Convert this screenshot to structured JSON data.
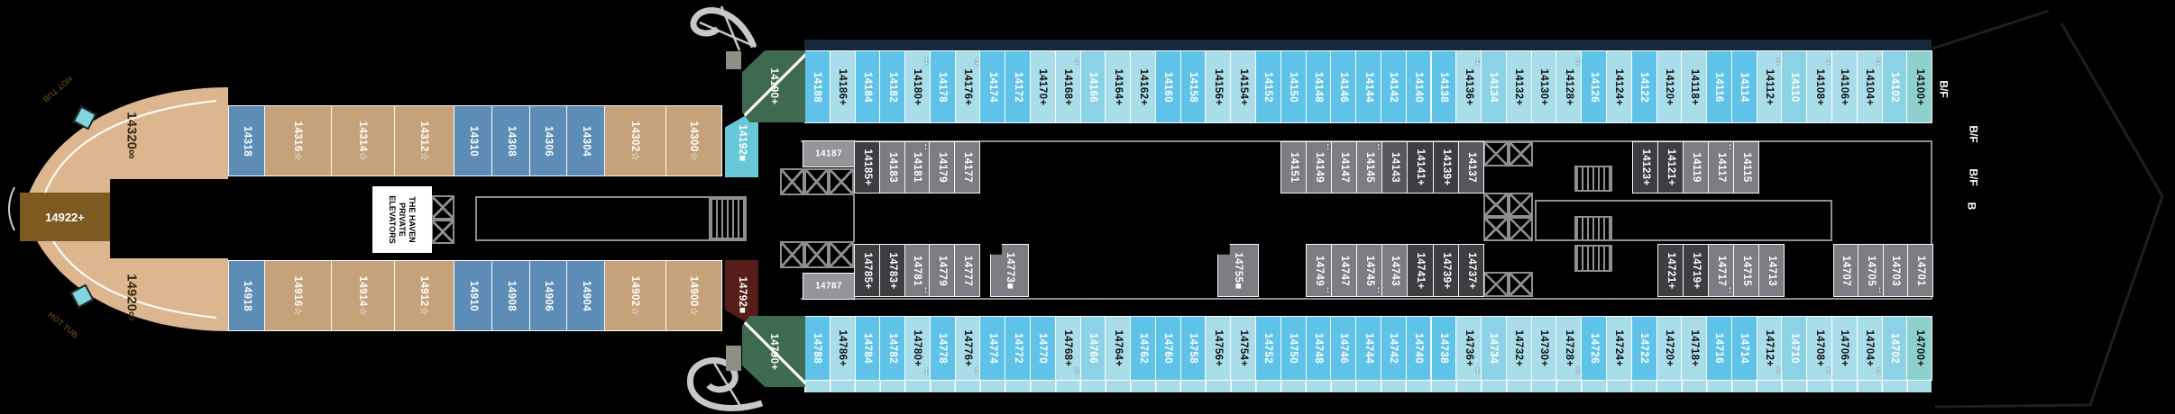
{
  "palette": {
    "background": "#000000",
    "haven_blue": "#5d8db6",
    "haven_tan": "#c6a27a",
    "bow_tan": "#dcb68e",
    "bow_brown": "#7d5a1f",
    "green_suite": "#3e6b50",
    "teal_suite": "#68c8d8",
    "maroon_suite": "#571d18",
    "sky_blue": "#5fc3e9",
    "pale_blue": "#a9dde9",
    "mid_blue": "#8bd2e6",
    "pale_teal": "#8ed0cb",
    "gray_light": "#94949a",
    "gray_mid": "#7c7c82",
    "gray_dark": "#3d3d42",
    "structure_line": "#8f8f8f",
    "navy_strip": "#16283a",
    "balcony_strip": "#a7dce9",
    "hot_tub": "#7fd6df",
    "slide": "#c8c8c8"
  },
  "icons": {
    "elevator": "x-crossed-box",
    "stairs": "hatched-steps",
    "hot_tub": "cyan-square",
    "waterslide": "gray-slide-curve",
    "connecting_door": "↕"
  },
  "labels": {
    "haven_elevators": "THE HAVEN\nPRIVATE\nELEVATORS",
    "hot_tub_top": "HOT TUB",
    "hot_tub_bottom": "HOT TUB"
  },
  "bow": {
    "suite_top": "14320∞",
    "suite_mid": "14922+",
    "suite_bottom": "14920∞"
  },
  "special": [
    {
      "label": "14192■",
      "c": "teal"
    },
    {
      "label": "14190+",
      "c": "green"
    },
    {
      "label": "14792■",
      "c": "maroon"
    },
    {
      "label": "14790+",
      "c": "green"
    }
  ],
  "haven_top": [
    {
      "label": "14318",
      "c": "hb"
    },
    {
      "label": "14316☆",
      "c": "ht"
    },
    {
      "label": "14314☆",
      "c": "ht"
    },
    {
      "label": "14312☆",
      "c": "ht"
    },
    {
      "label": "14310",
      "c": "hb"
    },
    {
      "label": "14308",
      "c": "hb"
    },
    {
      "label": "14306",
      "c": "hb"
    },
    {
      "label": "14304",
      "c": "hb"
    },
    {
      "label": "14302☆",
      "c": "ht"
    },
    {
      "label": "14300☆",
      "c": "ht"
    }
  ],
  "haven_bottom": [
    {
      "label": "14918",
      "c": "hb"
    },
    {
      "label": "14916☆",
      "c": "ht"
    },
    {
      "label": "14914☆",
      "c": "ht"
    },
    {
      "label": "14912☆",
      "c": "ht"
    },
    {
      "label": "14910",
      "c": "hb"
    },
    {
      "label": "14908",
      "c": "hb"
    },
    {
      "label": "14906",
      "c": "hb"
    },
    {
      "label": "14904",
      "c": "hb"
    },
    {
      "label": "14902☆",
      "c": "ht"
    },
    {
      "label": "14900☆",
      "c": "ht"
    }
  ],
  "outer_top": [
    {
      "label": "14188",
      "c": "b1"
    },
    {
      "label": "14186+",
      "c": "b2"
    },
    {
      "label": "14184",
      "c": "b1"
    },
    {
      "label": "14182",
      "c": "b1"
    },
    {
      "label": "14180+",
      "c": "b2"
    },
    {
      "label": "14178",
      "c": "b1"
    },
    {
      "label": "14176+",
      "c": "b2"
    },
    {
      "label": "14174",
      "c": "b1"
    },
    {
      "label": "14172",
      "c": "b1"
    },
    {
      "label": "14170+",
      "c": "b2"
    },
    {
      "label": "14168+",
      "c": "b2"
    },
    {
      "label": "14166",
      "c": "b3"
    },
    {
      "label": "14164+",
      "c": "b2"
    },
    {
      "label": "14162+",
      "c": "b2"
    },
    {
      "label": "14160",
      "c": "b1"
    },
    {
      "label": "14158",
      "c": "b1"
    },
    {
      "label": "14156+",
      "c": "b2"
    },
    {
      "label": "14154+",
      "c": "b2"
    },
    {
      "label": "14152",
      "c": "b1"
    },
    {
      "label": "14150",
      "c": "b1"
    },
    {
      "label": "14148",
      "c": "b1"
    },
    {
      "label": "14146",
      "c": "b1"
    },
    {
      "label": "14144",
      "c": "b1"
    },
    {
      "label": "14142",
      "c": "b1"
    },
    {
      "label": "14140",
      "c": "b1"
    },
    {
      "label": "14138",
      "c": "b1"
    },
    {
      "label": "14136+",
      "c": "b2"
    },
    {
      "label": "14134",
      "c": "b3"
    },
    {
      "label": "14132+",
      "c": "b2"
    },
    {
      "label": "14130+",
      "c": "b2"
    },
    {
      "label": "14128+",
      "c": "b2"
    },
    {
      "label": "14126",
      "c": "b1"
    },
    {
      "label": "14124+",
      "c": "b2"
    },
    {
      "label": "14122",
      "c": "b1"
    },
    {
      "label": "14120+",
      "c": "b2"
    },
    {
      "label": "14118+",
      "c": "b2"
    },
    {
      "label": "14116",
      "c": "b1"
    },
    {
      "label": "14114",
      "c": "b1"
    },
    {
      "label": "14112+",
      "c": "b2"
    },
    {
      "label": "14110",
      "c": "b3"
    },
    {
      "label": "14108+",
      "c": "b2"
    },
    {
      "label": "14106+",
      "c": "b2"
    },
    {
      "label": "14104+",
      "c": "b2"
    },
    {
      "label": "14102",
      "c": "b3"
    },
    {
      "label": "14100+",
      "c": "tc"
    }
  ],
  "outer_bottom": [
    {
      "label": "14788",
      "c": "b1"
    },
    {
      "label": "14786+",
      "c": "b2"
    },
    {
      "label": "14784",
      "c": "b1"
    },
    {
      "label": "14782",
      "c": "b1"
    },
    {
      "label": "14780+",
      "c": "b2"
    },
    {
      "label": "14778",
      "c": "b1"
    },
    {
      "label": "14776+",
      "c": "b2"
    },
    {
      "label": "14774",
      "c": "b1"
    },
    {
      "label": "14772",
      "c": "b1"
    },
    {
      "label": "14770",
      "c": "b1"
    },
    {
      "label": "14768+",
      "c": "b2"
    },
    {
      "label": "14766",
      "c": "b3"
    },
    {
      "label": "14764+",
      "c": "b2"
    },
    {
      "label": "14762",
      "c": "b1"
    },
    {
      "label": "14760",
      "c": "b1"
    },
    {
      "label": "14758",
      "c": "b1"
    },
    {
      "label": "14756+",
      "c": "b2"
    },
    {
      "label": "14754+",
      "c": "b2"
    },
    {
      "label": "14752",
      "c": "b1"
    },
    {
      "label": "14750",
      "c": "b1"
    },
    {
      "label": "14748",
      "c": "b1"
    },
    {
      "label": "14746",
      "c": "b1"
    },
    {
      "label": "14744",
      "c": "b1"
    },
    {
      "label": "14742",
      "c": "b1"
    },
    {
      "label": "14740",
      "c": "b1"
    },
    {
      "label": "14738",
      "c": "b1"
    },
    {
      "label": "14736+",
      "c": "b2"
    },
    {
      "label": "14734",
      "c": "b3"
    },
    {
      "label": "14732+",
      "c": "b2"
    },
    {
      "label": "14730+",
      "c": "b2"
    },
    {
      "label": "14728+",
      "c": "b2"
    },
    {
      "label": "14726",
      "c": "b1"
    },
    {
      "label": "14724+",
      "c": "b2"
    },
    {
      "label": "14722",
      "c": "b1"
    },
    {
      "label": "14720+",
      "c": "b2"
    },
    {
      "label": "14718+",
      "c": "b2"
    },
    {
      "label": "14716",
      "c": "b1"
    },
    {
      "label": "14714",
      "c": "b1"
    },
    {
      "label": "14712+",
      "c": "b2"
    },
    {
      "label": "14710",
      "c": "b3"
    },
    {
      "label": "14708+",
      "c": "b2"
    },
    {
      "label": "14706+",
      "c": "b2"
    },
    {
      "label": "14704+",
      "c": "b2"
    },
    {
      "label": "14702",
      "c": "b3"
    },
    {
      "label": "14700+",
      "c": "tc"
    }
  ],
  "inner_top": [
    {
      "label": "14187",
      "c": "g1",
      "horiz": true
    },
    {
      "label": "14185+",
      "c": "g3"
    },
    {
      "label": "14183",
      "c": "g2"
    },
    {
      "label": "14181",
      "c": "g2"
    },
    {
      "label": "14179",
      "c": "g2"
    },
    {
      "label": "14177",
      "c": "g2"
    },
    {
      "label": "14151",
      "c": "g2"
    },
    {
      "label": "14149",
      "c": "g2"
    },
    {
      "label": "14147",
      "c": "g2"
    },
    {
      "label": "14145",
      "c": "g2"
    },
    {
      "label": "14143",
      "c": "g4"
    },
    {
      "label": "14141+",
      "c": "g3"
    },
    {
      "label": "14139+",
      "c": "g3"
    },
    {
      "label": "14137",
      "c": "g4"
    },
    {
      "label": "14123+",
      "c": "g3"
    },
    {
      "label": "14121+",
      "c": "g3"
    },
    {
      "label": "14119",
      "c": "g2"
    },
    {
      "label": "14117",
      "c": "g2"
    },
    {
      "label": "14115",
      "c": "g2"
    }
  ],
  "inner_bottom": [
    {
      "label": "14787",
      "c": "g1",
      "horiz": true
    },
    {
      "label": "14785+",
      "c": "g3"
    },
    {
      "label": "14783+",
      "c": "g3"
    },
    {
      "label": "14781",
      "c": "g2"
    },
    {
      "label": "14779",
      "c": "g2"
    },
    {
      "label": "14777",
      "c": "g2"
    },
    {
      "label": "14773■",
      "c": "g2",
      "notch": true
    },
    {
      "label": "14755■",
      "c": "g2",
      "notch": true
    },
    {
      "label": "14749",
      "c": "g2"
    },
    {
      "label": "14747",
      "c": "g2"
    },
    {
      "label": "14745",
      "c": "g2"
    },
    {
      "label": "14743",
      "c": "g2"
    },
    {
      "label": "14741+",
      "c": "g3"
    },
    {
      "label": "14739+",
      "c": "g3"
    },
    {
      "label": "14737+",
      "c": "g3"
    },
    {
      "label": "14721+",
      "c": "g3"
    },
    {
      "label": "14719+",
      "c": "g3"
    },
    {
      "label": "14717",
      "c": "g2"
    },
    {
      "label": "14715",
      "c": "g2"
    },
    {
      "label": "14713",
      "c": "g2"
    },
    {
      "label": "14707",
      "c": "g2"
    },
    {
      "label": "14705",
      "c": "g2"
    },
    {
      "label": "14703",
      "c": "g2"
    },
    {
      "label": "14701",
      "c": "g2"
    }
  ],
  "connecting_doors": [
    [
      "14180+",
      "14178"
    ],
    [
      "14176+",
      "14174"
    ],
    [
      "14168+",
      "14166"
    ],
    [
      "14136+",
      "14134"
    ],
    [
      "14128+",
      "14126"
    ],
    [
      "14112+",
      "14110"
    ],
    [
      "14108+",
      "14106+"
    ],
    [
      "14104+",
      "14102"
    ],
    [
      "14780+",
      "14778"
    ],
    [
      "14776+",
      "14774"
    ],
    [
      "14768+",
      "14766"
    ],
    [
      "14736+",
      "14734"
    ],
    [
      "14728+",
      "14726"
    ],
    [
      "14712+",
      "14710"
    ],
    [
      "14708+",
      "14706+"
    ],
    [
      "14704+",
      "14702"
    ],
    [
      "14181",
      "14179"
    ],
    [
      "14149",
      "14147"
    ],
    [
      "14145",
      "14143"
    ],
    [
      "14117",
      "14115"
    ],
    [
      "14781",
      "14779"
    ],
    [
      "14749",
      "14747"
    ],
    [
      "14745",
      "14743"
    ],
    [
      "14717",
      "14715"
    ],
    [
      "14705",
      "14703"
    ]
  ],
  "stern_labels": [
    "B/F",
    "B/F",
    "B/F",
    "B"
  ]
}
